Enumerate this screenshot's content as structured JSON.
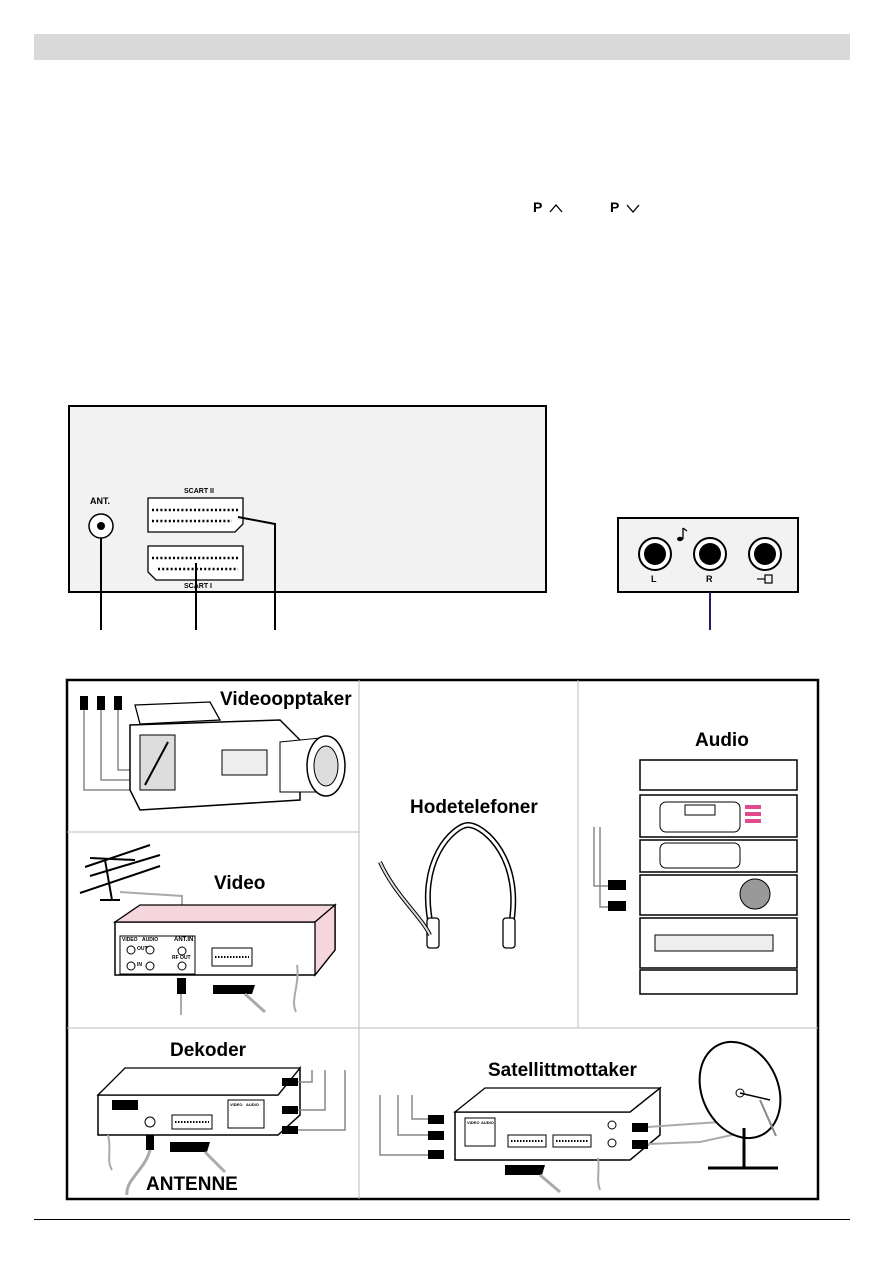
{
  "header": {
    "bar_color": "#d9d9d9"
  },
  "channel_keys": {
    "up_label": "P",
    "down_label": "P",
    "up_icon": "chevron-up-icon",
    "down_icon": "chevron-down-icon"
  },
  "rear_panel": {
    "antenna_label": "ANT.",
    "scart2_label": "SCART II",
    "scart1_label": "SCART I"
  },
  "audio_panel": {
    "left_label": "L",
    "right_label": "R",
    "headphone_icon": "headphone-out-icon",
    "music_icon": "music-note-icon"
  },
  "devices": {
    "camcorder": "Videoopptaker",
    "headphones": "Hodetelefoner",
    "audio": "Audio",
    "video": "Video",
    "decoder": "Dekoder",
    "satellite": "Satellittmottaker",
    "antenna": "ANTENNE"
  },
  "vcr_labels": {
    "video": "VIDEO",
    "audio": "AUDIO",
    "out": "OUT",
    "in": "IN",
    "ant_in": "ANT.IN",
    "rf_out": "RF OUT"
  },
  "decoder_labels": {
    "video": "VIDEO",
    "audio": "AUDIO"
  },
  "satellite_labels": {
    "video": "VIDEO",
    "audio": "AUDIO"
  }
}
